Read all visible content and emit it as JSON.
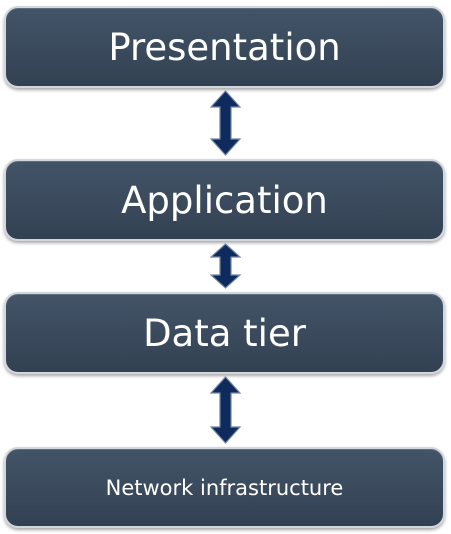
{
  "diagram": {
    "tiers": [
      {
        "label": "Presentation"
      },
      {
        "label": "Application"
      },
      {
        "label": "Data tier"
      },
      {
        "label": "Network infrastructure"
      }
    ],
    "connectors": [
      {
        "from": "Presentation",
        "to": "Application",
        "direction": "bidirectional"
      },
      {
        "from": "Application",
        "to": "Data tier",
        "direction": "bidirectional"
      },
      {
        "from": "Data tier",
        "to": "Network infrastructure",
        "direction": "bidirectional"
      }
    ],
    "colors": {
      "box_fill": "#3b4b5e",
      "box_border": "#d2d7de",
      "text": "#ffffff",
      "arrow": "#0f2a5c"
    }
  }
}
